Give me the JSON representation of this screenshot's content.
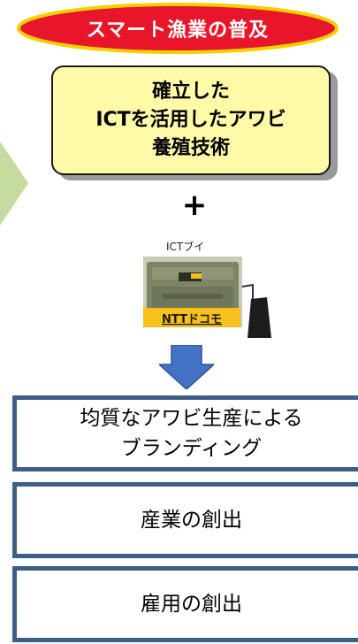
{
  "title": "スマート漁業の普及",
  "technology_box": {
    "line1": "確立した",
    "line2": "ICTを活用したアワビ",
    "line3": "養殖技術"
  },
  "plus_sign": "+",
  "ict_buoy_label": "ICTブイ",
  "device_brand": "NTTドコモ",
  "outcomes": {
    "branding_line1": "均質なアワビ生産による",
    "branding_line2": "ブランディング",
    "industry": "産業の創出",
    "employment": "雇用の創出"
  },
  "colors": {
    "ellipse_fill": "#e8152b",
    "ellipse_border": "#f3d000",
    "tech_box_fill": "#fffaa8",
    "outcome_border": "#3f5d8a",
    "arrow": "#4472c4",
    "chevron": "#c5dba0",
    "brand_tag": "#f8c01a"
  }
}
